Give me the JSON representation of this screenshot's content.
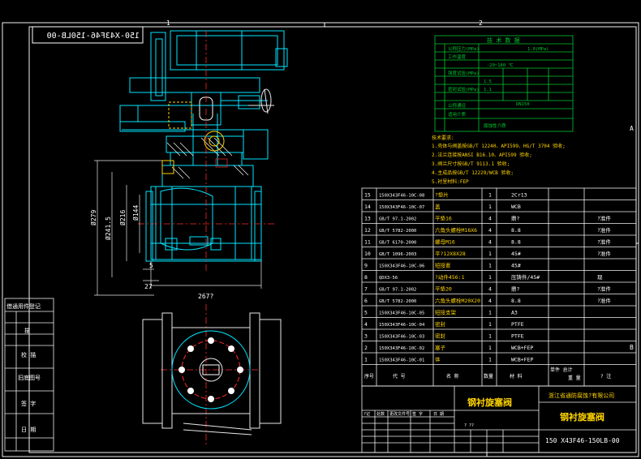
{
  "sheet": {
    "col_marks": [
      "1",
      "2"
    ],
    "row_marks": [
      "A",
      "B"
    ],
    "title_mirrored": "150-X43F46-150LB-00"
  },
  "dims": {
    "d279": "Ø279",
    "d241": "Ø241.5",
    "d216": "Ø216",
    "d144": "Ø144",
    "d5": "5",
    "d27": "27",
    "d267": "267?"
  },
  "spec_table": {
    "title": "技 术 数 据",
    "rows": [
      [
        "公称压力(MPa)",
        "1.0(MPa)"
      ],
      [
        "工作温度",
        "-20~180 ℃"
      ],
      [
        "公称通径",
        "DN150"
      ],
      [
        "强度试验(MPa)",
        "1.5"
      ],
      [
        "密封试验(MPa)",
        "1.1"
      ],
      [
        "适用介质",
        "腐蚀性介质"
      ]
    ]
  },
  "notes": [
    "技术要求:",
    "1.壳体与阀盖按GB/T 12240、API599、HG/T 3704 验收;",
    "2.法兰连接按ANSI B16.10、API599 验收;",
    "3.阀兰尺寸按GB/T 9113.1 验收;",
    "4.主成品按GB/T 12229/WCB 验收;",
    "5.衬里材料:FEP"
  ],
  "bom": [
    [
      "15",
      "150X343F46-10C-08",
      "?垫片",
      "1",
      "2Cr13",
      ""
    ],
    [
      "14",
      "150X343F46-10C-07",
      "盖",
      "1",
      "WCB",
      ""
    ],
    [
      "13",
      "GB/T 97.1-2002",
      "平垫16",
      "4",
      "鼎?",
      "?准件"
    ],
    [
      "12",
      "GB/T 5782-2000",
      "六角头螺栓M16X6",
      "4",
      "8.8",
      "?准件"
    ],
    [
      "11",
      "GB/T 6170-2000",
      "螺母M16",
      "4",
      "8.8",
      "?准件"
    ],
    [
      "10",
      "GB/T 1096-2003",
      "平?12X8X28",
      "1",
      "45#",
      "?准件"
    ],
    [
      "9",
      "150X343F46-10C-06",
      "短接套",
      "1",
      "45#",
      ""
    ],
    [
      "8",
      "QDX3-56",
      "?动件456:1",
      "1",
      "压铸件/45#",
      "现"
    ],
    [
      "7",
      "GB/T 97.1-2002",
      "平垫20",
      "4",
      "鼎?",
      "?准件"
    ],
    [
      "6",
      "GB/T 5782-2000",
      "六角头螺栓M20X20",
      "4",
      "8.8",
      "?准件"
    ],
    [
      "5",
      "150X343F46-10C-05",
      "短接支架",
      "1",
      "A3",
      ""
    ],
    [
      "4",
      "150X343F46-10C-04",
      "密封",
      "1",
      "PTFE",
      ""
    ],
    [
      "3",
      "150X343F46-10C-03",
      "密封",
      "1",
      "PTFE",
      ""
    ],
    [
      "2",
      "150X343F46-10C-02",
      "塞子",
      "1",
      "WCB+FEP",
      ""
    ],
    [
      "1",
      "150X343F46-10C-01",
      "体",
      "1",
      "WCB+FEP",
      ""
    ]
  ],
  "bom_header": {
    "seq": "序号",
    "code": "代  号",
    "name": "名  称",
    "qty": "数量",
    "material": "材  料",
    "weight": "单件 总计",
    "weight2": "重 量",
    "remark": "? 注"
  },
  "title_block": {
    "drawing_name": "钢衬旋塞阀",
    "company": "浙江省通防腐蚀?有限公司",
    "drawing_name2": "钢衬旋塞阀",
    "drawing_no": "150 X43F46-150LB-00",
    "small1": "?记",
    "small2": "处数",
    "small3": "更改文件号",
    "small4": "签 字",
    "small5": "日 期",
    "scale_hint": "? ??"
  },
  "side_block": {
    "title": "借通用件登记",
    "rows": [
      "描",
      "校 描",
      "旧底图号",
      "签 字",
      "日 期"
    ]
  }
}
